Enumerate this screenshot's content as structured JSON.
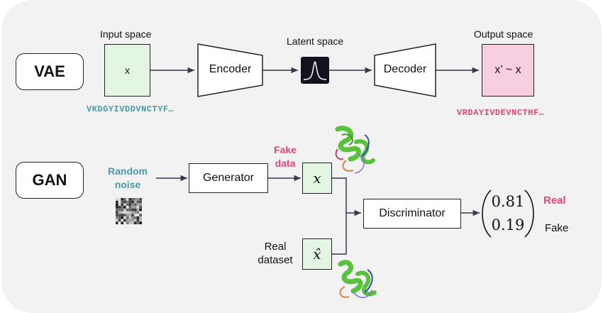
{
  "vae": {
    "tag": "VAE",
    "input_space_label": "Input space",
    "input_symbol": "x",
    "encoder_label": "Encoder",
    "latent_space_label": "Latent space",
    "decoder_label": "Decoder",
    "output_space_label": "Output space",
    "output_symbol": "x’ ~ x",
    "input_sequence": "VKDGYIVDDVNCTYF…",
    "output_sequence": "VRDAYIVDEVNCTHF…"
  },
  "gan": {
    "tag": "GAN",
    "random_noise_label_1": "Random",
    "random_noise_label_2": "noise",
    "generator_label": "Generator",
    "fake_data_label_1": "Fake",
    "fake_data_label_2": "data",
    "fake_symbol": "x",
    "real_dataset_label_1": "Real",
    "real_dataset_label_2": "dataset",
    "real_symbol": "x̂",
    "discriminator_label": "Discriminator",
    "score_real": "0.81",
    "score_fake": "0.19",
    "real_label": "Real",
    "fake_label": "Fake"
  },
  "colors": {
    "panel_bg": "#f2f2f2",
    "input_box": "#e3f5e3",
    "output_box": "#f8cfe0",
    "sequence_teal": "#4a9aa8",
    "sequence_pink": "#e0457c",
    "protein_green": "#58c23a",
    "protein_orange": "#d9804a",
    "protein_blue": "#3a4aa8"
  }
}
